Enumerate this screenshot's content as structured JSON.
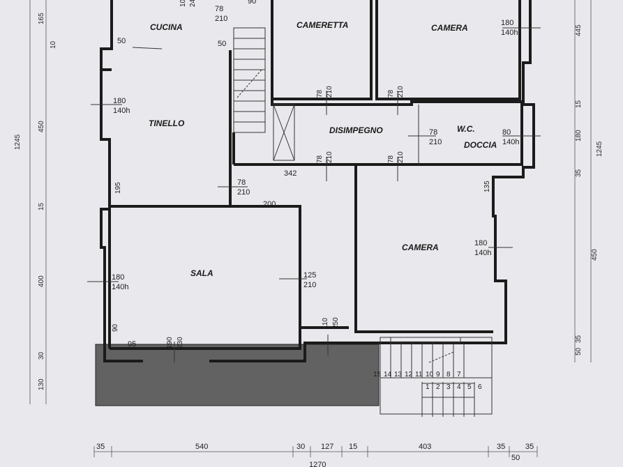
{
  "rooms": {
    "cucina": "CUCINA",
    "cameretta": "CAMERETTA",
    "camera_top": "CAMERA",
    "tinello": "TINELLO",
    "disimpegno": "DISIMPEGNO",
    "wc": "W.C.",
    "doccia": "DOCCIA",
    "camera_right": "CAMERA",
    "sala": "SALA"
  },
  "interior_dims": {
    "cucina_top_a": "10",
    "cucina_top_b": "24",
    "stair_door_w": "78",
    "stair_door_h": "210",
    "stair_90": "90",
    "cucina_50_left": "50",
    "cucina_50_right": "50",
    "camera_win_w": "180",
    "camera_win_h": "140h",
    "tinello_win_w": "180",
    "tinello_win_h": "140h",
    "cameretta_door_w": "78",
    "cameretta_door_h": "210",
    "camera_door_w": "78",
    "camera_door_h": "210",
    "wc_door_w": "78",
    "wc_door_h": "210",
    "doccia_win_w": "80",
    "doccia_win_h": "140h",
    "corridor_342": "342",
    "disimpegno_door1_w": "78",
    "disimpegno_door1_h": "210",
    "disimpegno_door2_w": "78",
    "disimpegno_door2_h": "210",
    "tinello_door_w": "78",
    "tinello_door_h": "210",
    "tinello_195": "195",
    "hall_200": "200",
    "camera_135": "135",
    "camera_r_win_w": "180",
    "camera_r_win_h": "140h",
    "sala_win_w": "180",
    "sala_win_h": "140h",
    "sala_door_w": "125",
    "sala_door_h": "210",
    "sala_90": "90",
    "sala_95": "95",
    "sala_door2_w": "190",
    "sala_door2_h": "230",
    "entry_w": "110",
    "entry_h": "250"
  },
  "left_dims": {
    "outer": [
      "165",
      "450",
      "15",
      "400",
      "30",
      "130"
    ],
    "inner_10": "10",
    "total": "1245"
  },
  "right_dims": {
    "outer": [
      "445",
      "15",
      "180",
      "35",
      "450",
      "50",
      "35"
    ],
    "total": "1245"
  },
  "bottom_dims": {
    "values": [
      "35",
      "540",
      "30",
      "127",
      "15",
      "403",
      "35",
      "35"
    ],
    "extra": "50",
    "total": "1270"
  },
  "stairs_lower": [
    "1",
    "2",
    "3",
    "4",
    "5",
    "6"
  ],
  "stairs_upper": [
    "15",
    "14",
    "13",
    "12",
    "11",
    "10",
    "9",
    "8",
    "7"
  ]
}
